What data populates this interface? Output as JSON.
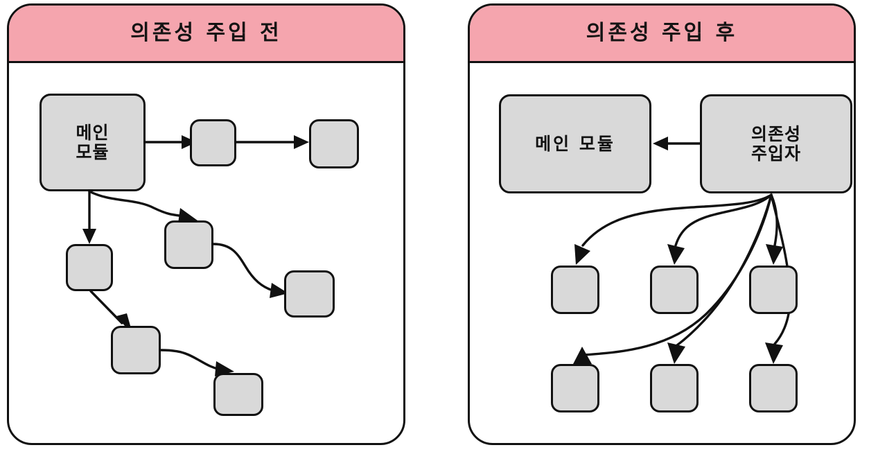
{
  "diagram": {
    "type": "comparison-diagram",
    "topic": "Dependency Injection",
    "box_fill_color": "#D9D9D9",
    "header_fill_color": "#F5A5AE",
    "stroke_color": "#111111",
    "background_color": "#FFFFFF"
  },
  "panels": [
    {
      "id": "before",
      "title": "의존성 주입 전",
      "nodes": [
        {
          "id": "before-main",
          "label": "메인\n모듈",
          "labeled": true
        },
        {
          "id": "before-n1",
          "label": "",
          "labeled": false
        },
        {
          "id": "before-n2",
          "label": "",
          "labeled": false
        },
        {
          "id": "before-n3",
          "label": "",
          "labeled": false
        },
        {
          "id": "before-n4",
          "label": "",
          "labeled": false
        },
        {
          "id": "before-n5",
          "label": "",
          "labeled": false
        },
        {
          "id": "before-n6",
          "label": "",
          "labeled": false
        },
        {
          "id": "before-n7",
          "label": "",
          "labeled": false
        }
      ],
      "edges": [
        {
          "from": "before-main",
          "to": "before-n1",
          "style": "straight"
        },
        {
          "from": "before-n1",
          "to": "before-n2",
          "style": "straight"
        },
        {
          "from": "before-main",
          "to": "before-n3",
          "style": "straight"
        },
        {
          "from": "before-main",
          "to": "before-n4",
          "style": "curved"
        },
        {
          "from": "before-n4",
          "to": "before-n5",
          "style": "curved"
        },
        {
          "from": "before-n3",
          "to": "before-n6",
          "style": "straight"
        },
        {
          "from": "before-n6",
          "to": "before-n7",
          "style": "curved"
        }
      ]
    },
    {
      "id": "after",
      "title": "의존성 주입 후",
      "nodes": [
        {
          "id": "after-main",
          "label": "메인 모듈",
          "labeled": true
        },
        {
          "id": "after-injector",
          "label": "의존성\n주입자",
          "labeled": true
        },
        {
          "id": "after-d1",
          "label": "",
          "labeled": false
        },
        {
          "id": "after-d2",
          "label": "",
          "labeled": false
        },
        {
          "id": "after-d3",
          "label": "",
          "labeled": false
        },
        {
          "id": "after-d4",
          "label": "",
          "labeled": false
        },
        {
          "id": "after-d5",
          "label": "",
          "labeled": false
        },
        {
          "id": "after-d6",
          "label": "",
          "labeled": false
        }
      ],
      "edges": [
        {
          "from": "after-injector",
          "to": "after-main",
          "style": "straight"
        },
        {
          "from": "after-injector",
          "to": "after-d1",
          "style": "curved"
        },
        {
          "from": "after-injector",
          "to": "after-d2",
          "style": "curved"
        },
        {
          "from": "after-injector",
          "to": "after-d3",
          "style": "curved"
        },
        {
          "from": "after-injector",
          "to": "after-d4",
          "style": "curved"
        },
        {
          "from": "after-injector",
          "to": "after-d5",
          "style": "curved"
        },
        {
          "from": "after-injector",
          "to": "after-d6",
          "style": "curved"
        }
      ]
    }
  ]
}
